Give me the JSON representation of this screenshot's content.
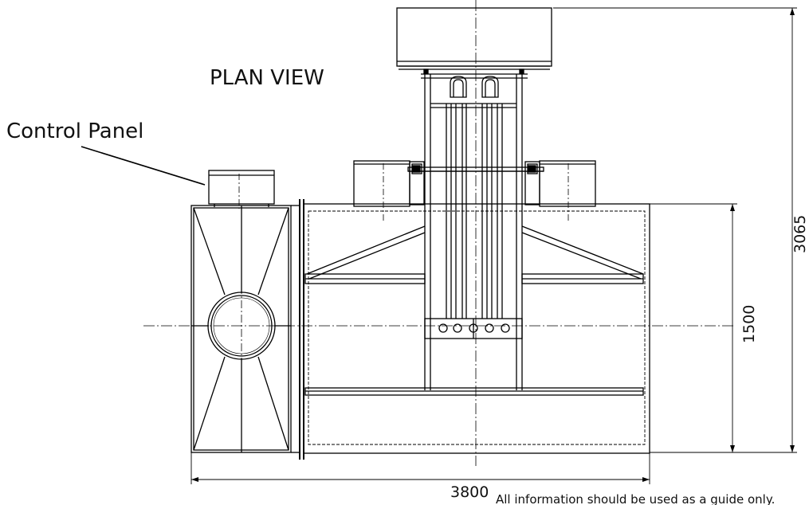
{
  "labels": {
    "title": "PLAN VIEW",
    "control_panel": "Control Panel",
    "disclaimer": "All information should be used as a guide only."
  },
  "dimensions": {
    "overall_height": "3065",
    "body_height": "1500",
    "overall_width": "3800"
  }
}
